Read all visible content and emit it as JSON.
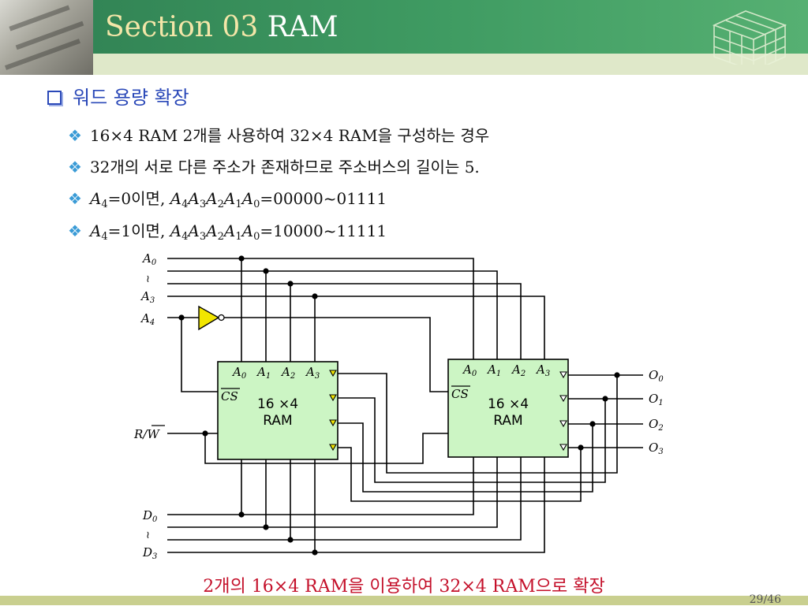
{
  "header": {
    "title_part1": "Section 03",
    "title_part2": "RAM"
  },
  "heading": "워드 용량 확장",
  "bullets": {
    "b1": "16×4 RAM 2개를 사용하여 32×4 RAM을 구성하는 경우",
    "b2": "32개의 서로 다른 주소가 존재하므로 주소버스의 길이는 5.",
    "b3_cond": "=0이면,",
    "b3_range": "=00000~01111",
    "b4_cond": "=1이면,",
    "b4_range": "=10000~11111"
  },
  "diagram": {
    "chip_label_line1": "16 ×4",
    "chip_label_line2": "RAM",
    "cs_label": "CS",
    "rw_label": "R/W",
    "tilde": "≀",
    "inputs": {
      "a0": "A0",
      "a3": "A3",
      "a4": "A4",
      "d0": "D0",
      "d3": "D3"
    },
    "outputs": [
      "O0",
      "O1",
      "O2",
      "O3"
    ]
  },
  "caption": "2개의 16×4 RAM을 이용하여 32×4 RAM으로 확장",
  "page_number": "29/46",
  "colors": {
    "header_green": "#3f9b62",
    "heading_blue": "#2a48b8",
    "caption_red": "#c4102a",
    "chip_fill": "#ccf5c4",
    "inverter_fill": "#f2e600"
  }
}
